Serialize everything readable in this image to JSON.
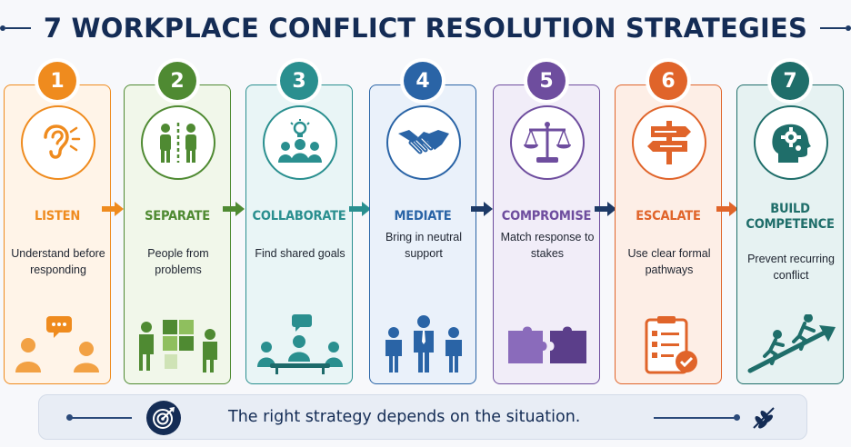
{
  "title": "7 WORKPLACE CONFLICT RESOLUTION STRATEGIES",
  "steps": [
    {
      "number": "1",
      "label": "LISTEN",
      "desc": "Understand before responding",
      "color": "#ef8b1e",
      "bg": "#fff4e8"
    },
    {
      "number": "2",
      "label": "SEPARATE",
      "desc": "People from problems",
      "color": "#4f8a32",
      "bg": "#f1f7ea"
    },
    {
      "number": "3",
      "label": "COLLABORATE",
      "desc": "Find shared goals",
      "color": "#2a8f8f",
      "bg": "#e9f5f6"
    },
    {
      "number": "4",
      "label": "MEDIATE",
      "desc": "Bring in neutral support",
      "color": "#2a64a6",
      "bg": "#eaf1fa"
    },
    {
      "number": "5",
      "label": "COMPROMISE",
      "desc": "Match response to stakes",
      "color": "#6e4d9e",
      "bg": "#f1edf8"
    },
    {
      "number": "6",
      "label": "ESCALATE",
      "desc": "Use clear formal pathways",
      "color": "#e0642a",
      "bg": "#fdeee6"
    },
    {
      "number": "7",
      "label": "BUILD COMPETENCE",
      "desc": "Prevent recurring conflict",
      "color": "#1f6e6a",
      "bg": "#e6f2f2"
    }
  ],
  "footer": {
    "text": "The right strategy depends on the situation.",
    "icon": "target-icon",
    "leaf_icon": "laurel-icon"
  },
  "icons": [
    "ear-icon",
    "two-people-icon",
    "group-idea-icon",
    "handshake-icon",
    "scales-icon",
    "signpost-icon",
    "head-gear-icon"
  ],
  "accent": "#142c55"
}
